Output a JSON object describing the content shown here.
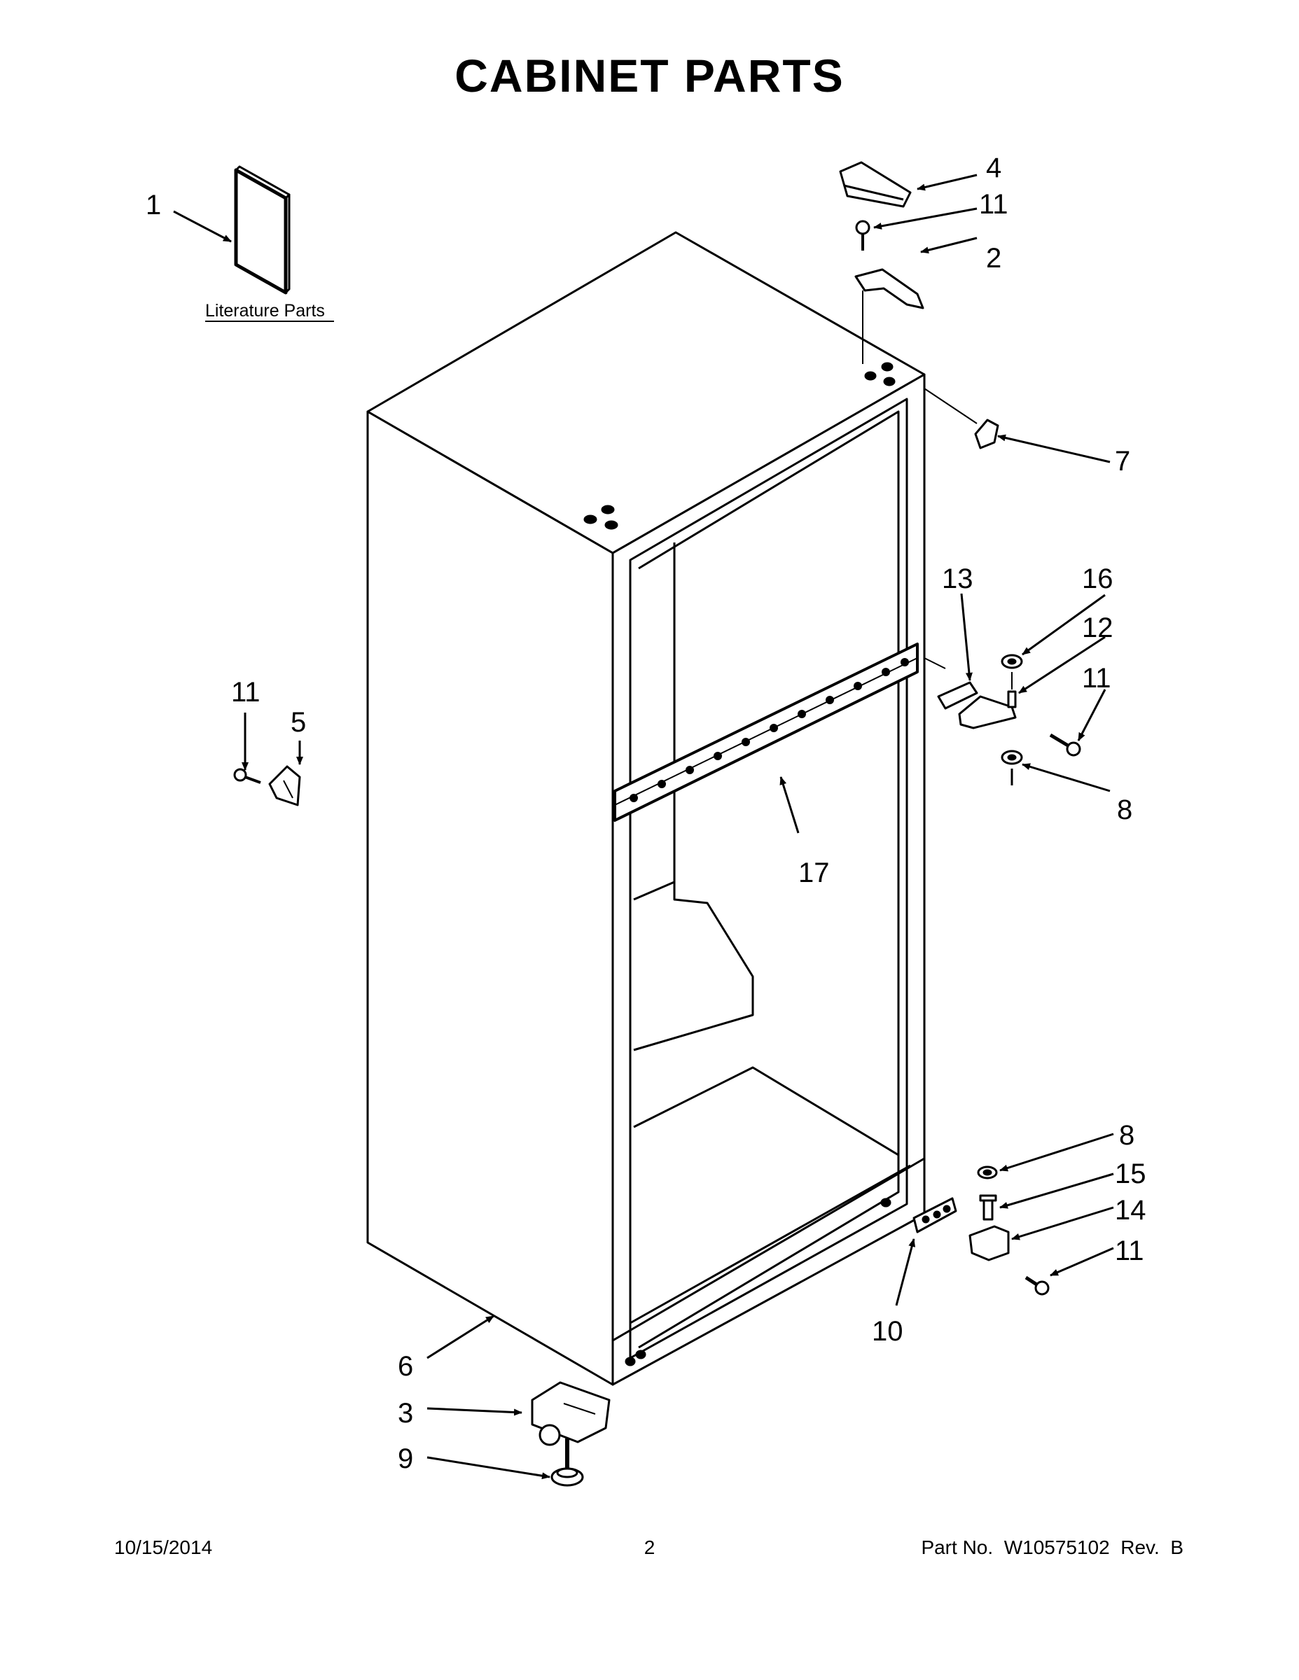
{
  "title": "CABINET PARTS",
  "literature_label": "Literature Parts",
  "callouts": {
    "c1": "1",
    "c2": "2",
    "c3": "3",
    "c4": "4",
    "c5": "5",
    "c6": "6",
    "c7": "7",
    "c8a": "8",
    "c8b": "8",
    "c9": "9",
    "c10": "10",
    "c11a": "11",
    "c11b": "11",
    "c11c": "11",
    "c11d": "11",
    "c12": "12",
    "c13": "13",
    "c14": "14",
    "c15": "15",
    "c16": "16",
    "c17": "17"
  },
  "footer": {
    "date": "10/15/2014",
    "page": "2",
    "part": "Part No.  W10575102  Rev.  B"
  }
}
